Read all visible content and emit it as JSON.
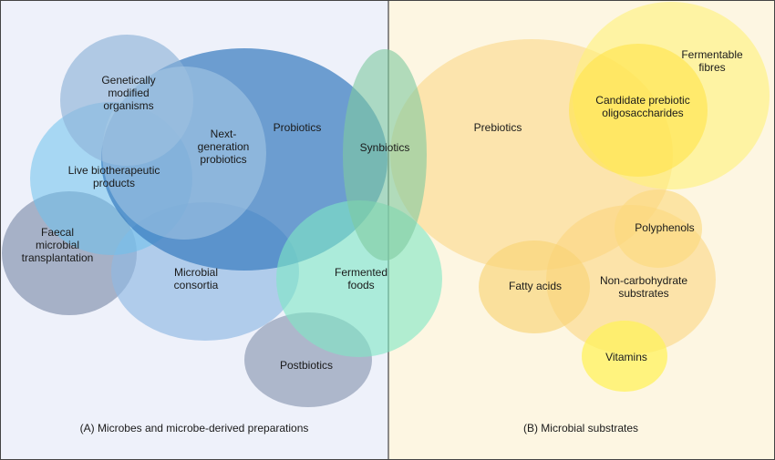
{
  "panels": {
    "left": {
      "caption": "(A) Microbes and microbe-derived preparations",
      "bg": "#eef1fa"
    },
    "right": {
      "caption": "(B) Microbial substrates",
      "bg": "#fdf6e2"
    }
  },
  "labels": {
    "genetically_modified": [
      "Genetically",
      "modified",
      "organisms"
    ],
    "next_generation": [
      "Next-",
      "generation",
      "probiotics"
    ],
    "probiotics": [
      "Probiotics"
    ],
    "live_biotherapeutic": [
      "Live biotherapeutic",
      "products"
    ],
    "faecal": [
      "Faecal",
      "microbial",
      "transplantation"
    ],
    "microbial_consortia": [
      "Microbial",
      "consortia"
    ],
    "fermented_foods": [
      "Fermented",
      "foods"
    ],
    "postbiotics": [
      "Postbiotics"
    ],
    "synbiotics": [
      "Synbiotics"
    ],
    "prebiotics": [
      "Prebiotics"
    ],
    "candidate_prebiotic": [
      "Candidate prebiotic",
      "oligosaccharides"
    ],
    "fermentable_fibres": [
      "Fermentable",
      "fibres"
    ],
    "polyphenols": [
      "Polyphenols"
    ],
    "fatty_acids": [
      "Fatty acids"
    ],
    "non_carbohydrate": [
      "Non-carbohydrate",
      "substrates"
    ],
    "vitamins": [
      "Vitamins"
    ]
  },
  "colors": {
    "probiotics": "#3a7dbf",
    "genetically_modified": "#8fb4d9",
    "next_generation": "#a9cbe6",
    "live_biotherapeutic": "#6ec1ec",
    "faecal": "#8e9bb5",
    "microbial_consortia": "#8fb8e3",
    "fermented_foods": "#7fe8c4",
    "postbiotics": "#97a3bb",
    "synbiotics": "#7fcaa0",
    "prebiotics": "#fbd98a",
    "candidate_prebiotic": "#ffe447",
    "fermentable_fibres": "#fff27a",
    "polyphenols": "#fcd97c",
    "fatty_acids": "#f9d477",
    "non_carbohydrate": "#fbd47a",
    "vitamins": "#fff15c"
  }
}
